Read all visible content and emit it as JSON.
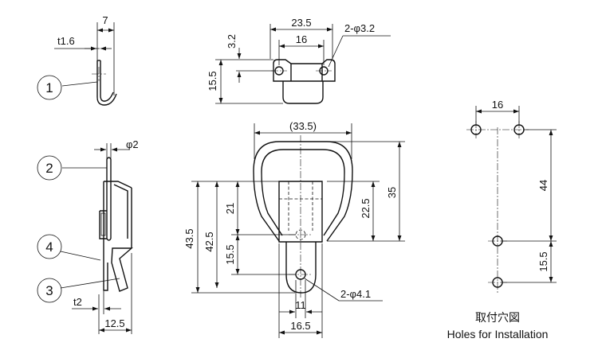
{
  "dimensions": {
    "side_width": "7",
    "side_thickness": "t1.6",
    "wire_dia": "φ2",
    "base_thickness": "t2",
    "base_depth": "12.5",
    "top_hole_pitch_outer": "23.5",
    "top_hole_pitch": "16",
    "top_hole_dia": "2-φ3.2",
    "top_flange_height": "3.2",
    "top_height": "15.5",
    "loop_width": "(33.5)",
    "loop_height": "35",
    "loop_inner_height": "22.5",
    "total_height": "43.5",
    "hole_span_height": "42.5",
    "upper_segment": "21",
    "lower_segment": "15.5",
    "front_hole_dia": "2-φ4.1",
    "tongue_width": "11",
    "body_width": "16.5",
    "install_pitch_x": "16",
    "install_pitch_y": "44",
    "install_pitch_y2": "15.5"
  },
  "callouts": [
    "1",
    "2",
    "3",
    "4"
  ],
  "caption": {
    "jp": "取付穴図",
    "en": "Holes for Installation"
  }
}
